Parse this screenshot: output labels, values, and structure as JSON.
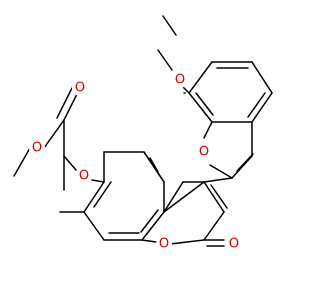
{
  "molecule": {
    "colors": {
      "carbon_bond": "#000000",
      "oxygen": "#d40000",
      "background": "#ffffff"
    },
    "atoms": {
      "o_methoxy": "O",
      "o_furan": "O",
      "o_carbonyl_ester": "O",
      "o_ester": "O",
      "o_ether": "O",
      "o_pyranone_ring": "O",
      "o_lactone_carbonyl": "O"
    }
  }
}
